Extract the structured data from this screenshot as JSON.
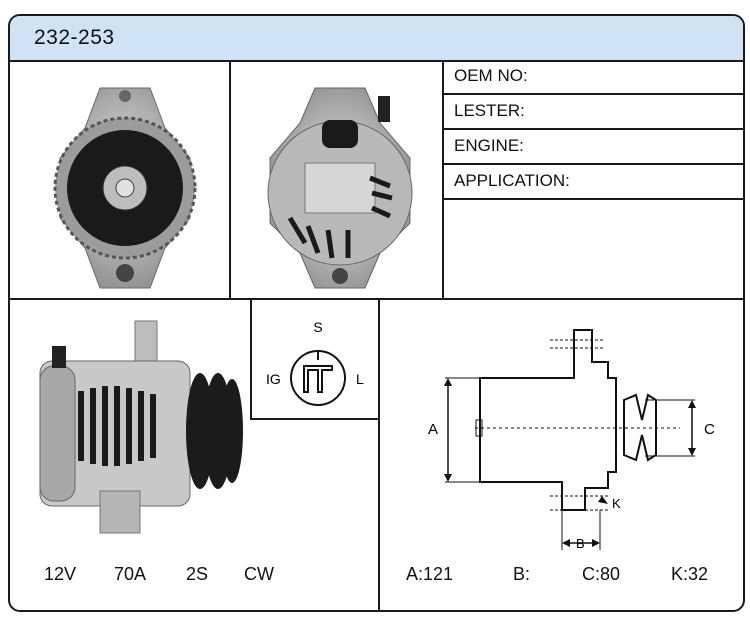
{
  "title": "232-253",
  "info_rows": [
    {
      "label": "OEM NO:"
    },
    {
      "label": "LESTER:"
    },
    {
      "label": "ENGINE:"
    },
    {
      "label": "APPLICATION:"
    }
  ],
  "connector": {
    "top": "S",
    "left": "IG",
    "right": "L"
  },
  "specs_left": [
    "12V",
    "70A",
    "2S",
    "CW"
  ],
  "specs_right": [
    "A:121",
    "B:",
    "C:80",
    "K:32"
  ],
  "dimension_labels": {
    "a": "A",
    "b": "B",
    "c": "C",
    "k": "K"
  },
  "colors": {
    "title_bar": "#cfe3f5",
    "border": "#1a1a1a"
  }
}
